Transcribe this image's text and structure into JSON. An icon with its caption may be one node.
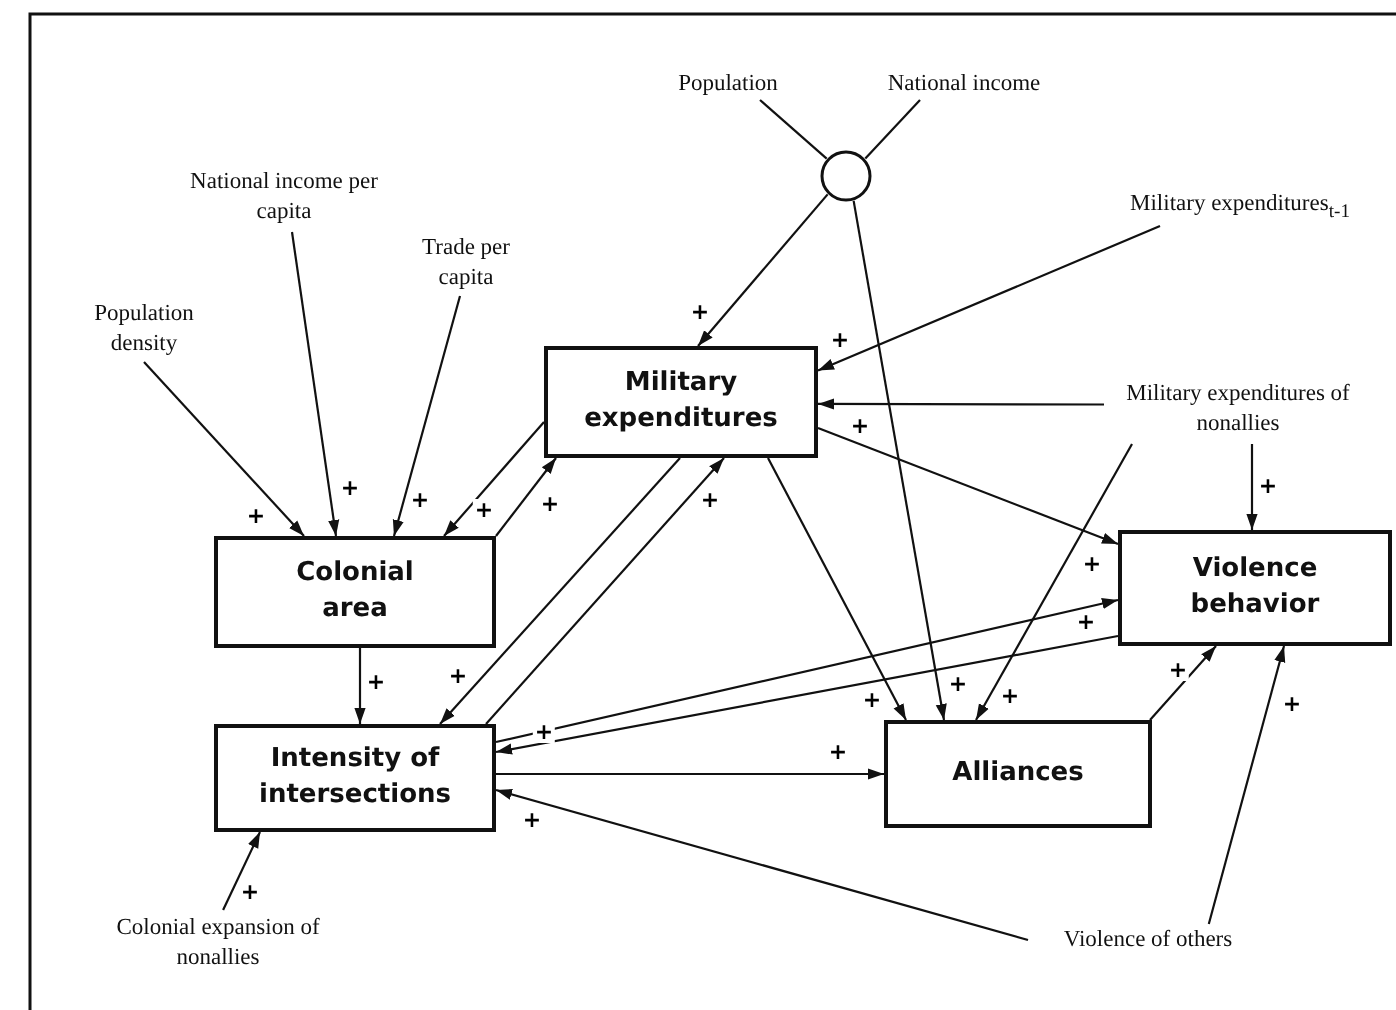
{
  "diagram": {
    "nodes": [
      {
        "text": [
          "Population"
        ]
      },
      {
        "text": [
          "National income"
        ]
      },
      {
        "text": [],
        "shape": "circle"
      },
      {
        "text": [
          "National income per capita"
        ]
      },
      {
        "text": [
          "Trade per capita"
        ]
      },
      {
        "text": [
          "Population density"
        ]
      },
      {
        "text": [
          "Military expenditures$_{t-1}$"
        ]
      },
      {
        "text": [
          "Military expenditures"
        ]
      },
      {
        "text": [
          "Military expenditures of nonallies"
        ]
      },
      {
        "text": [
          "Colonial area"
        ]
      },
      {
        "text": [
          "Violence behavior"
        ]
      },
      {
        "text": [
          "Intensity of intersections"
        ]
      },
      {
        "text": [
          "Alliances"
        ]
      },
      {
        "text": [
          "Colonial expansion of nonallies"
        ]
      },
      {
        "text": [
          "Violence of others"
        ]
      }
    ],
    "edges": [
      {
        "from": 0,
        "to": 2,
        "arrow": "none"
      },
      {
        "from": 1,
        "to": 2,
        "arrow": "none"
      },
      {
        "from": 2,
        "to": 7,
        "arrow": "to",
        "label": "+"
      },
      {
        "from": 2,
        "to": 12,
        "arrow": "to",
        "label": "+"
      },
      {
        "from": 5,
        "to": 9,
        "arrow": "to",
        "label": "+"
      },
      {
        "from": 3,
        "to": 9,
        "arrow": "to",
        "label": "+"
      },
      {
        "from": 4,
        "to": 9,
        "arrow": "to",
        "label": "+"
      },
      {
        "from": 7,
        "to": 9,
        "arrow": "to",
        "label": "+"
      },
      {
        "from": 9,
        "to": 7,
        "arrow": "to",
        "label": "+"
      },
      {
        "from": 6,
        "to": 7,
        "arrow": "to",
        "label": "+"
      },
      {
        "from": 8,
        "to": 7,
        "arrow": "to",
        "label": "+"
      },
      {
        "from": 8,
        "to": 10,
        "arrow": "to",
        "label": "+"
      },
      {
        "from": 8,
        "to": 12,
        "arrow": "to",
        "label": "+"
      },
      {
        "from": 7,
        "to": 10,
        "arrow": "to",
        "label": "+"
      },
      {
        "from": 7,
        "to": 12,
        "arrow": "to",
        "label": "+"
      },
      {
        "from": 7,
        "to": 11,
        "arrow": "to",
        "label": "+"
      },
      {
        "from": 11,
        "to": 7,
        "arrow": "to",
        "label": "+"
      },
      {
        "from": 9,
        "to": 11,
        "arrow": "to",
        "label": "+"
      },
      {
        "from": 11,
        "to": 10,
        "arrow": "to",
        "label": "+"
      },
      {
        "from": 10,
        "to": 11,
        "arrow": "to",
        "label": "+"
      },
      {
        "from": 11,
        "to": 12,
        "arrow": "to",
        "label": "+"
      },
      {
        "from": 14,
        "to": 11,
        "arrow": "to",
        "label": "+"
      },
      {
        "from": 14,
        "to": 10,
        "arrow": "to",
        "label": "+"
      },
      {
        "from": 12,
        "to": 10,
        "arrow": "to",
        "label": "+"
      },
      {
        "from": 13,
        "to": 11,
        "arrow": "to",
        "label": "+"
      }
    ]
  }
}
